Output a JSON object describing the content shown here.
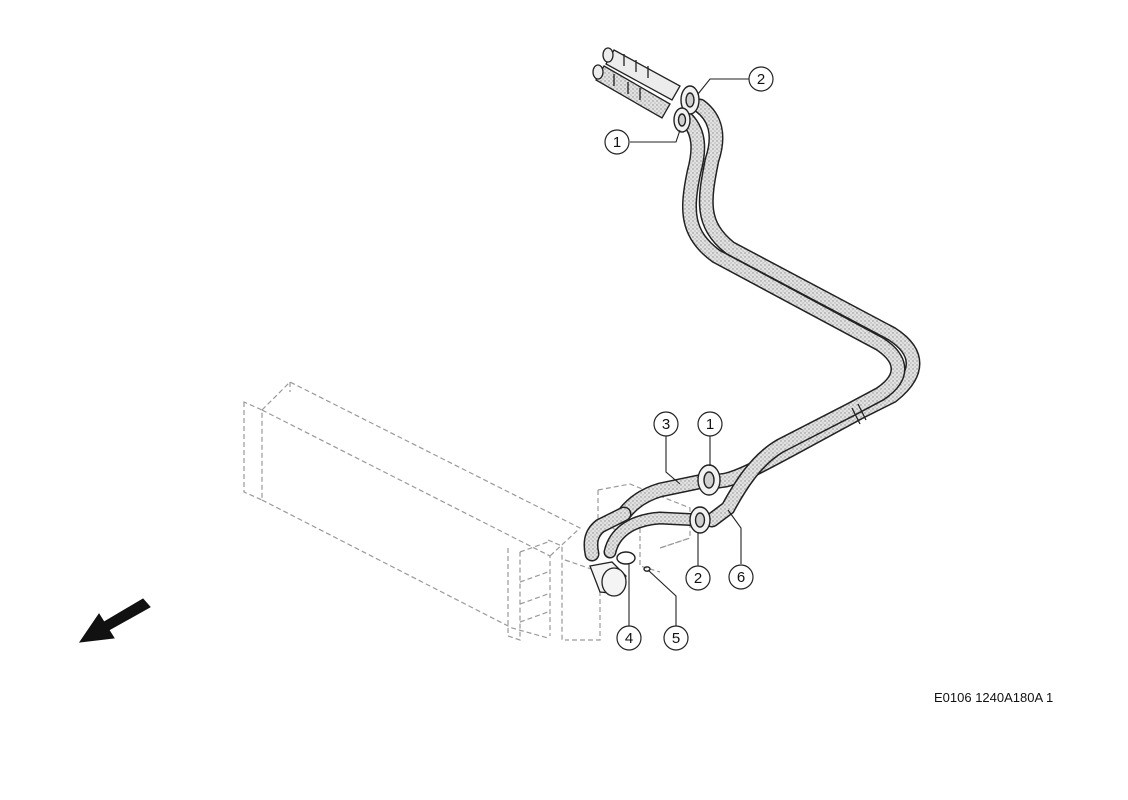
{
  "diagram": {
    "reference_code": "E0106 1240A180A 1",
    "callouts": [
      {
        "id": "c1-top",
        "label": "1"
      },
      {
        "id": "c2-top",
        "label": "2"
      },
      {
        "id": "c3",
        "label": "3"
      },
      {
        "id": "c1-low",
        "label": "1"
      },
      {
        "id": "c2-low",
        "label": "2"
      },
      {
        "id": "c6",
        "label": "6"
      },
      {
        "id": "c4",
        "label": "4"
      },
      {
        "id": "c5",
        "label": "5"
      }
    ],
    "icons": {
      "direction": "arrow-direction-icon",
      "cooler": "oil-cooler-icon",
      "hose": "oil-hose-icon"
    },
    "colors": {
      "line": "#222222",
      "dashed": "#9a9a9a",
      "hose_fill": "#d4d4d4"
    }
  }
}
